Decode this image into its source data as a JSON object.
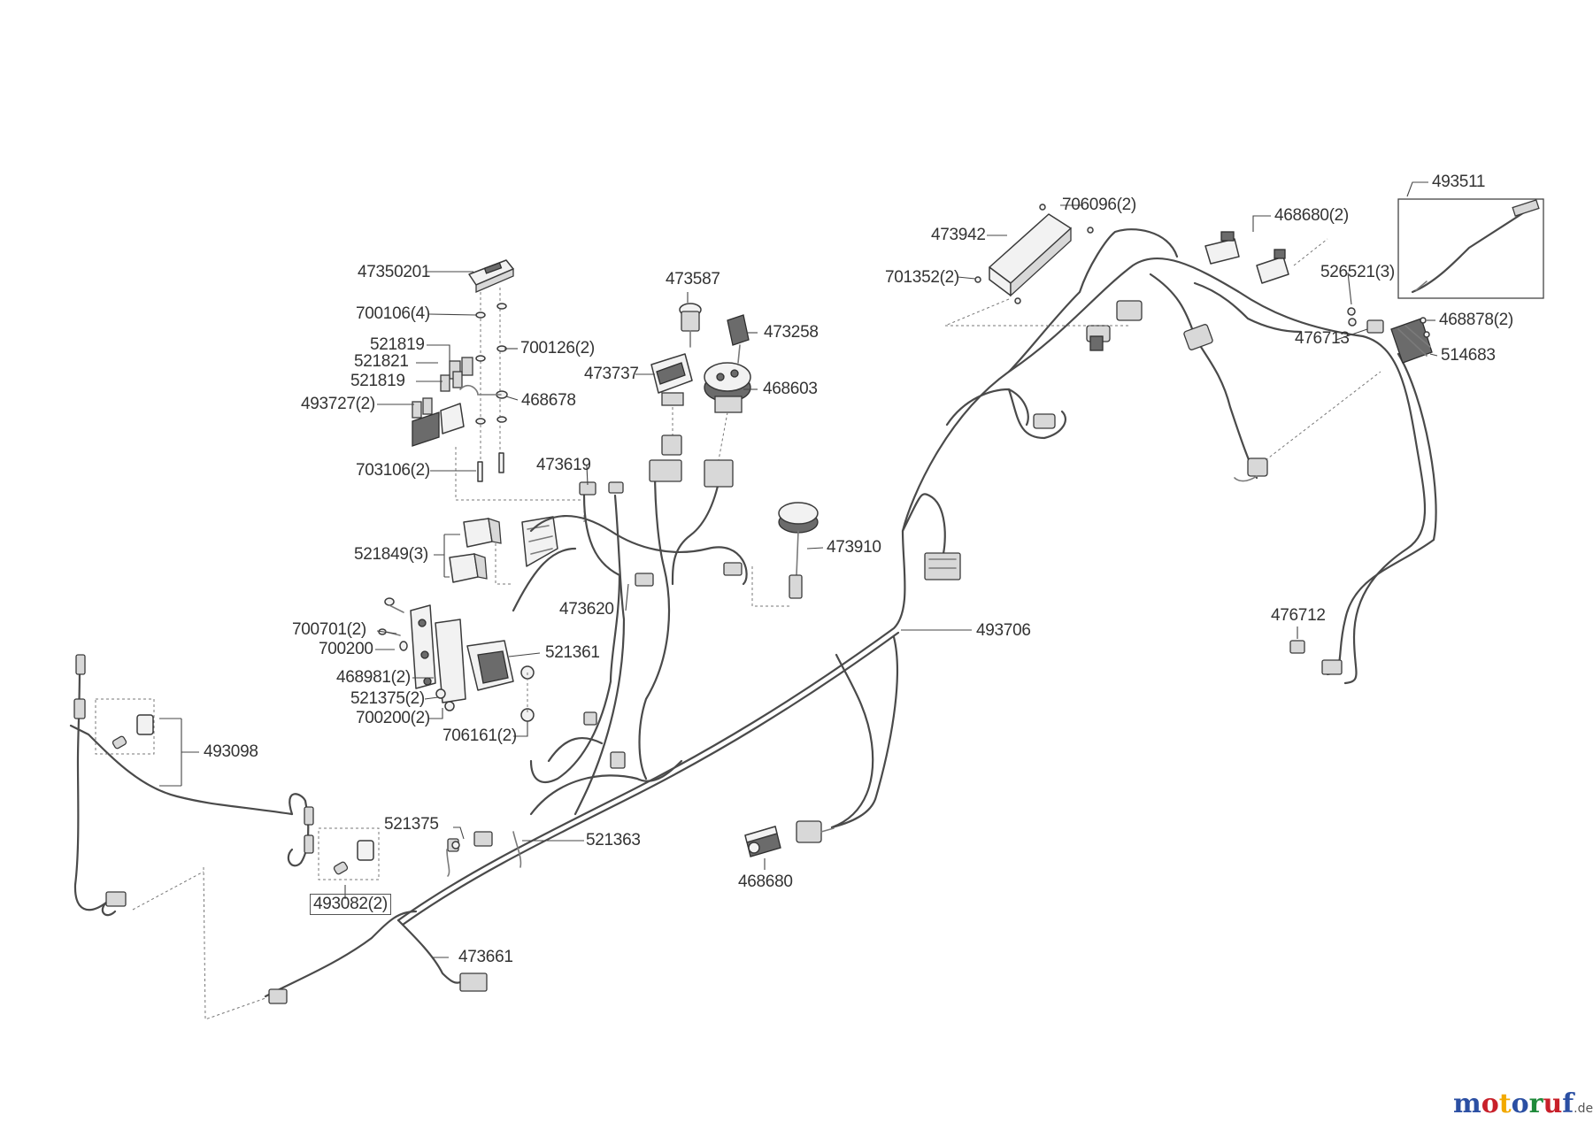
{
  "parts": {
    "p47350201": "47350201",
    "p700106_4": "700106(4)",
    "p521819_a": "521819",
    "p521821": "521821",
    "p521819_b": "521819",
    "p700126_2": "700126(2)",
    "p493727_2": "493727(2)",
    "p468678": "468678",
    "p703106_2": "703106(2)",
    "p473587": "473587",
    "p473258": "473258",
    "p473737": "473737",
    "p468603": "468603",
    "p473619": "473619",
    "p521849_3": "521849(3)",
    "p473910": "473910",
    "p473620": "473620",
    "p700701_2": "700701(2)",
    "p700200": "700200",
    "p521361": "521361",
    "p468981_2": "468981(2)",
    "p521375_2": "521375(2)",
    "p700200_2": "700200(2)",
    "p706161_2": "706161(2)",
    "p493098": "493098",
    "p521375": "521375",
    "p521363": "521363",
    "p493082_2": "493082(2)",
    "p473661": "473661",
    "p468680": "468680",
    "p493706": "493706",
    "p473942": "473942",
    "p706096_2": "706096(2)",
    "p701352_2": "701352(2)",
    "p468680_2": "468680(2)",
    "p493511": "493511",
    "p526521_3": "526521(3)",
    "p468878_2": "468878(2)",
    "p476713": "476713",
    "p514683": "514683",
    "p476712": "476712"
  },
  "watermark": {
    "text": "motoruf",
    "suffix": ".de",
    "letter_colors": [
      "#2b4fa3",
      "#c8202a",
      "#f2a900",
      "#2b4fa3",
      "#1f8a3a",
      "#c8202a",
      "#2b4fa3"
    ]
  }
}
